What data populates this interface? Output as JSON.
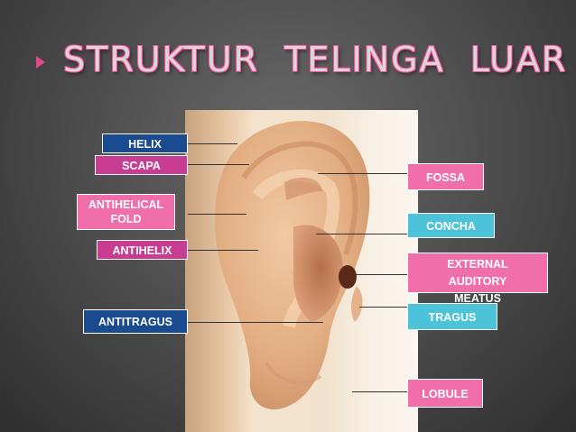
{
  "title": "STRUKTUR  TELINGA  LUAR",
  "labels_left": [
    {
      "id": "helix",
      "text": "HELIX"
    },
    {
      "id": "scapa",
      "text": "SCAPA"
    },
    {
      "id": "antihelical-fold",
      "text": "ANTIHELICAL FOLD"
    },
    {
      "id": "antihelix",
      "text": "ANTIHELIX"
    },
    {
      "id": "antitragus",
      "text": "ANTITRAGUS"
    }
  ],
  "labels_right": [
    {
      "id": "fossa",
      "text": "FOSSA"
    },
    {
      "id": "concha",
      "text": "CONCHA"
    },
    {
      "id": "external-auditory-meatus",
      "text": "EXTERNAL AUDITORY  MEATUS"
    },
    {
      "id": "tragus",
      "text": "TRAGUS"
    },
    {
      "id": "lobule",
      "text": "LOBULE"
    }
  ],
  "colors": {
    "bullet": "#e04a8a",
    "title_outline": "#ff4fa0",
    "label_blue": "#1a4a8f",
    "label_pink": "#c83c92",
    "label_magenta": "#f06eaa",
    "label_cyan": "#4cc3d8"
  }
}
